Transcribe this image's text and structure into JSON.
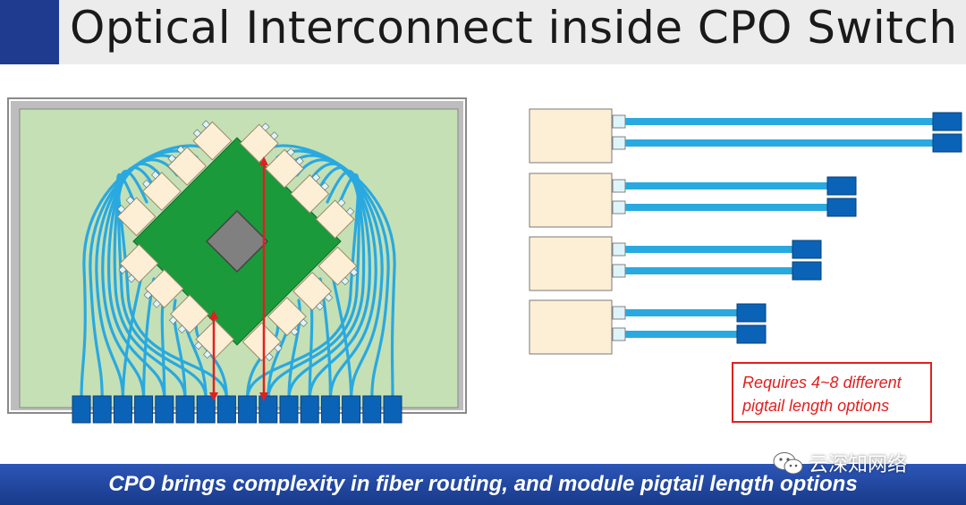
{
  "slide": {
    "title": "Optical Interconnect inside CPO Switch",
    "note": {
      "line1": "Requires 4~8 different",
      "line2": "pigtail length options"
    },
    "footer": "CPO brings complexity in fiber routing, and module pigtail length options",
    "watermark": "云深知网络"
  },
  "colors": {
    "header_accent": "#1f3b8f",
    "fiber": "#29a9e0",
    "board": "#c5e0b4",
    "chip_substrate": "#1a9a3a",
    "asic": "#808080",
    "module": "#fcefd5",
    "connector": "#0b63b7",
    "arrow": "#e02020"
  },
  "icons": {
    "watermark_logo": "wechat-icon",
    "arrows": "double-headed-arrow"
  }
}
